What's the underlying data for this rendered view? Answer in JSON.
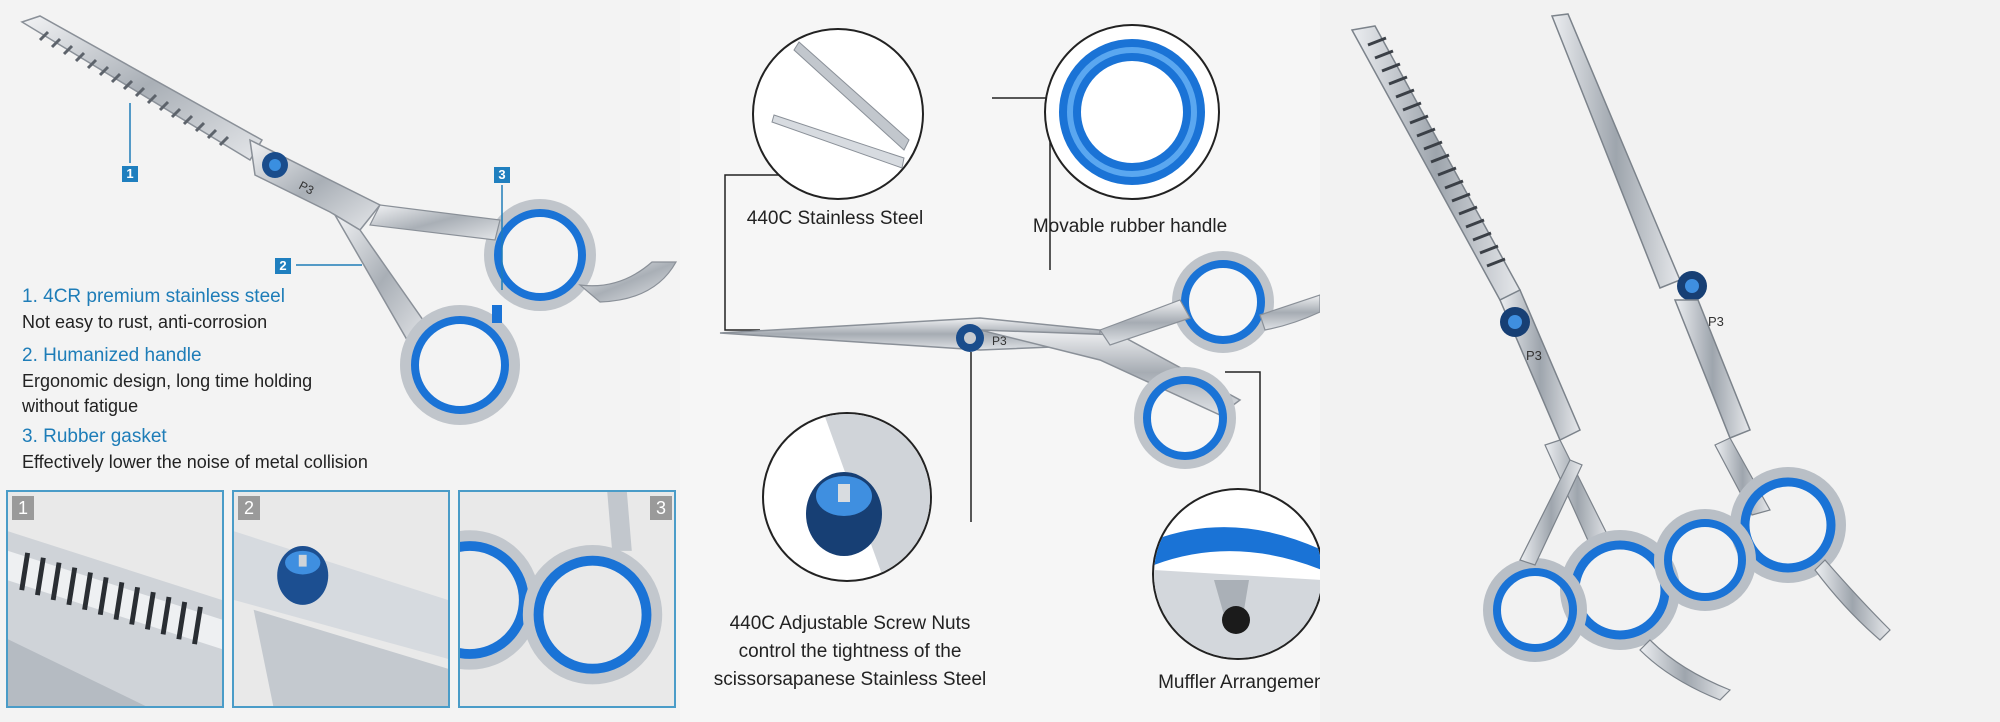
{
  "left_panel": {
    "badges": [
      "1",
      "2",
      "3"
    ],
    "features": [
      {
        "title": "1. 4CR premium stainless steel",
        "desc": [
          "Not easy to rust, anti-corrosion"
        ]
      },
      {
        "title": "2. Humanized handle",
        "desc": [
          "Ergonomic design, long time holding",
          "without fatigue"
        ]
      },
      {
        "title": "3. Rubber gasket",
        "desc": [
          "Effectively lower the noise of metal collision"
        ]
      }
    ],
    "thumbnails": [
      "1",
      "2",
      "3"
    ]
  },
  "middle_panel": {
    "callouts": {
      "steel": "440C Stainless Steel",
      "handle": "Movable rubber handle",
      "screw": [
        "440C Adjustable Screw Nuts",
        "control the tightness of the",
        "scissorsapanese Stainless Steel"
      ],
      "muffler": "Muffler Arrangement"
    }
  },
  "colors": {
    "accent": "#1e7db8",
    "rubber_blue": "#1a73d6",
    "steel": "#c9cdd2"
  }
}
